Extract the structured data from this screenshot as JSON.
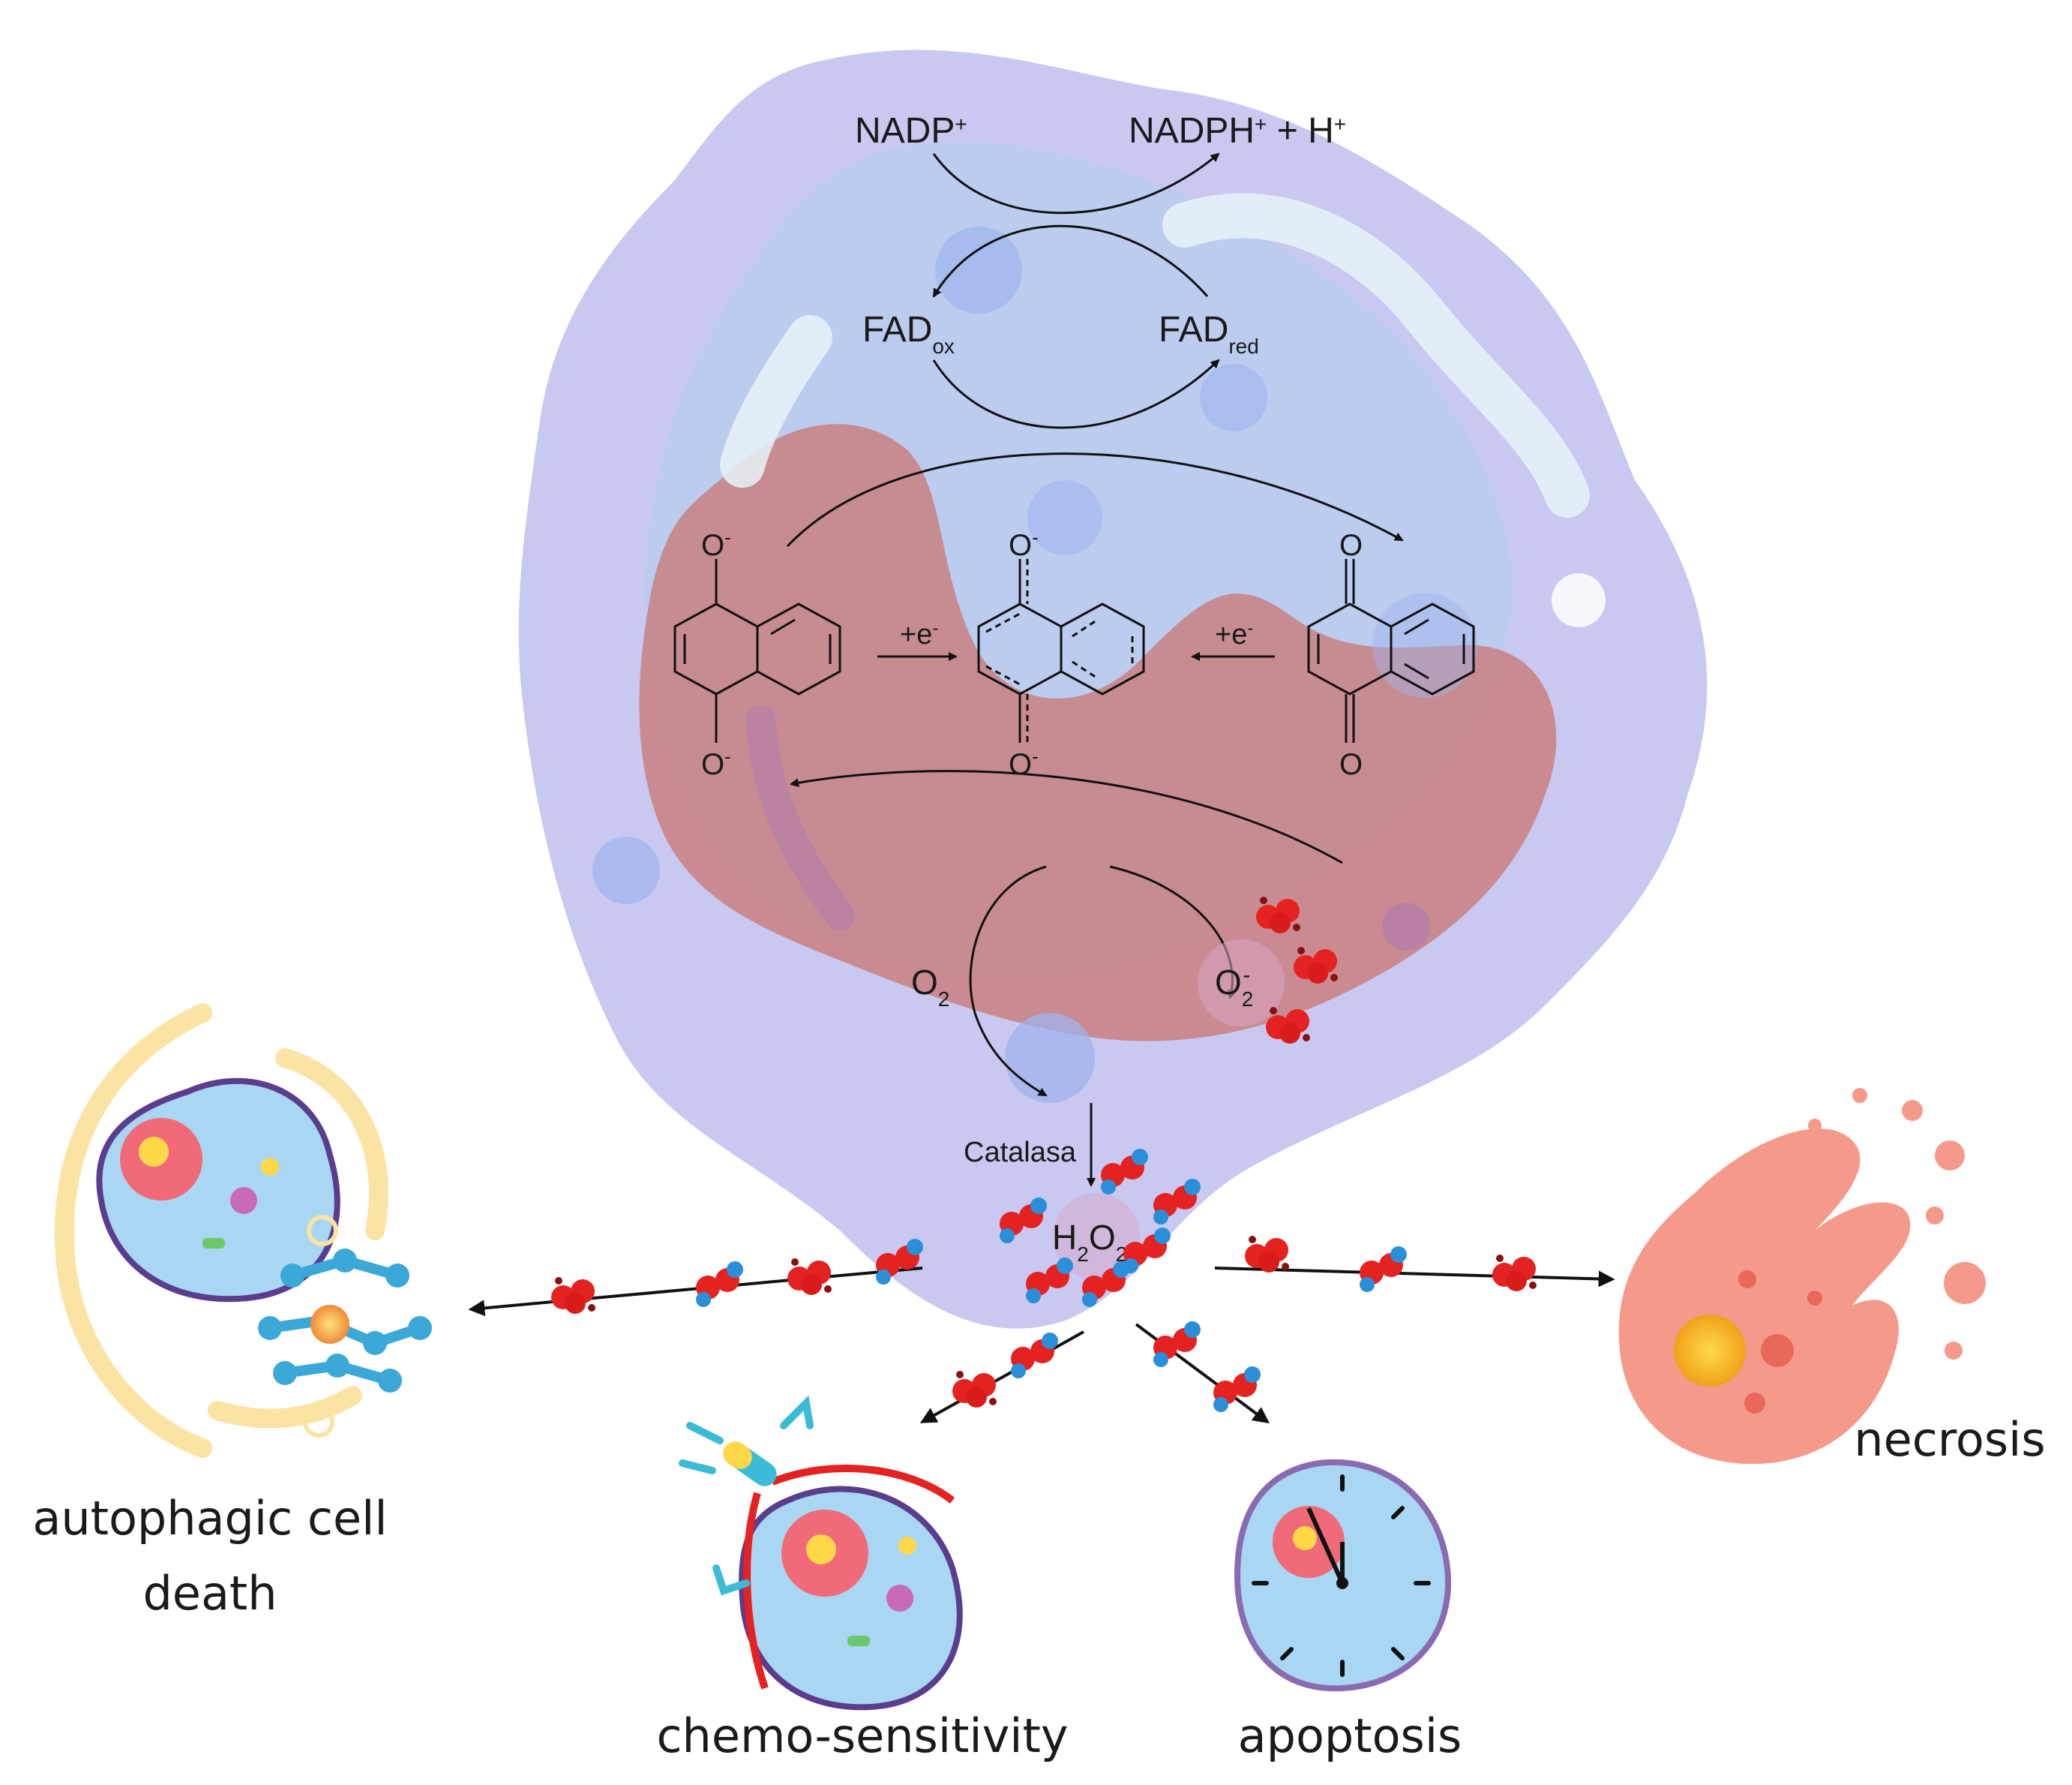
{
  "colors": {
    "cell_body": "#c9c8f0",
    "cell_inner": "#b8cdef",
    "mitochondrion": "#c98080",
    "ros_red": "#e52222",
    "ros_blue": "#2a8fd8",
    "outcome_cell": "#a9d6f2",
    "necrotic_cell": "#f59a8a",
    "autophagy_ring": "#fbe3a4",
    "chemo_drug": "#3bbbd6"
  },
  "cofactor_cycle": {
    "nadp": {
      "base": "NADP",
      "sup": "+"
    },
    "nadph": {
      "p1": "NADPH",
      "sup1": "+",
      "p2": " + H",
      "sup2": "+"
    },
    "fad_ox": {
      "base": "FAD",
      "sub": "ox"
    },
    "fad_red": {
      "base": "FAD",
      "sub": "red"
    }
  },
  "redox_cycle": {
    "electron_left": {
      "base": "+e",
      "sup": "-"
    },
    "electron_right": {
      "base": "+e",
      "sup": "-"
    },
    "o_minus_top_left": {
      "base": "O",
      "sup": "-"
    },
    "o_minus_bottom_left": {
      "base": "O",
      "sup": "-"
    },
    "o_minus_top_mid": {
      "base": "O",
      "sup": "-"
    },
    "o_minus_bottom_mid": {
      "base": "O",
      "sup": "-"
    },
    "o_top_right": "O",
    "o_bottom_right": "O"
  },
  "oxygen_cycle": {
    "o2": {
      "base": "O",
      "sub": "2"
    },
    "superoxide": {
      "base": "O",
      "sub": "2",
      "sup": "-"
    }
  },
  "enzyme": "Catalasa",
  "h2o2": {
    "h": "H",
    "sub1": "2",
    "o": "O",
    "sub2": "2"
  },
  "outcomes": {
    "autophagy_line1": "autophagic cell",
    "autophagy_line2": "death",
    "chemo": "chemo-sensitivity",
    "apoptosis": "apoptosis",
    "necrosis": "necrosis"
  },
  "icons": [
    "cancer-cell-body",
    "mitochondrion",
    "ros-molecule",
    "autophagy-cell",
    "chemo-sensitive-cell",
    "drug-capsule",
    "apoptotic-clock-cell",
    "necrotic-cell"
  ]
}
